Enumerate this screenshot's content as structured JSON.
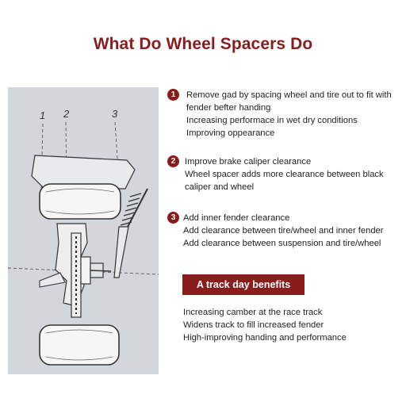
{
  "title": "What Do Wheel Spacers Do",
  "diagram": {
    "labels": [
      "1",
      "2",
      "3"
    ]
  },
  "sections": [
    {
      "number": "1",
      "lines": [
        "Remove gad by spacing wheel and tire out to fit with",
        "fender befter handing",
        "Increasing performace in wet dry conditions",
        "Improving oppearance"
      ]
    },
    {
      "number": "2",
      "lines": [
        "Improve brake caliper clearance",
        "Wheel spacer adds more clearance between black",
        "caliper and wheel"
      ]
    },
    {
      "number": "3",
      "lines": [
        "Add inner fender clearance",
        "Add clearance between tire/wheel and inner fender",
        "Add clearance between suspension and tire/wheel"
      ]
    }
  ],
  "banner": "A track day benefits",
  "benefits": [
    "Increasing camber at the race track",
    "Widens track to fill increased fender",
    "High-improving handing and performance"
  ],
  "colors": {
    "accent": "#8a1c1c",
    "diagram_bg": "#d3d6db",
    "text": "#222222"
  }
}
